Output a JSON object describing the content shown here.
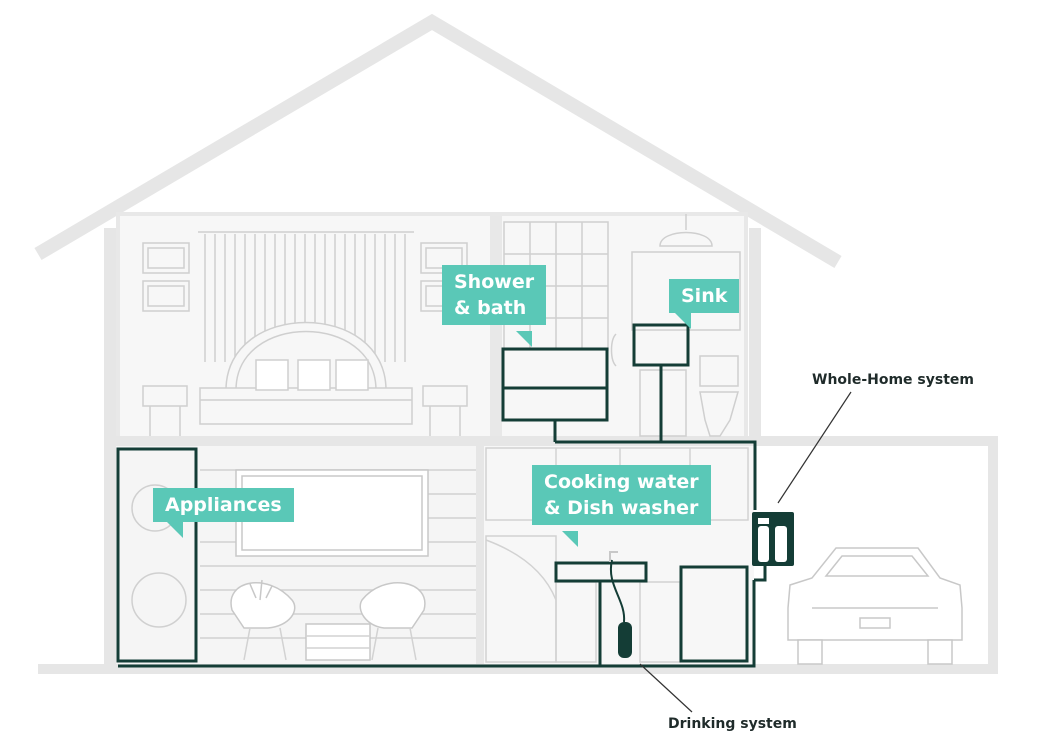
{
  "colors": {
    "accent": "#5ac8b7",
    "plumbing": "#143d36",
    "house_outline": "#e6e6e6",
    "interior_line": "#d4d4d4"
  },
  "callouts": {
    "shower": {
      "lines": [
        "Shower",
        "& bath"
      ]
    },
    "sink": {
      "lines": [
        "Sink"
      ]
    },
    "appliances": {
      "lines": [
        "Appliances"
      ]
    },
    "cooking": {
      "lines": [
        "Cooking water",
        "& Dish washer"
      ]
    }
  },
  "labels": {
    "whole_home": "Whole-Home system",
    "drinking": "Drinking system"
  }
}
